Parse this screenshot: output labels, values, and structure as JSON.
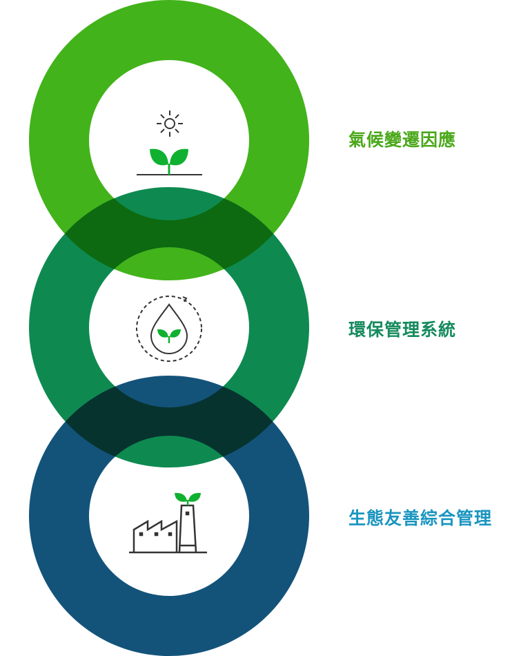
{
  "items": [
    {
      "label": "氣候變遷因應",
      "color": "#4aa81a",
      "ring": "#42b31a",
      "icon": "sun-sprout-icon"
    },
    {
      "label": "環保管理系統",
      "color": "#148a5c",
      "ring": "#0e8a50",
      "icon": "water-drop-cycle-icon"
    },
    {
      "label": "生態友善綜合管理",
      "color": "#1a95c0",
      "ring": "#13537a",
      "icon": "factory-sprout-icon"
    }
  ],
  "overlap_colors": [
    "#0d6a10",
    "#07332e"
  ]
}
